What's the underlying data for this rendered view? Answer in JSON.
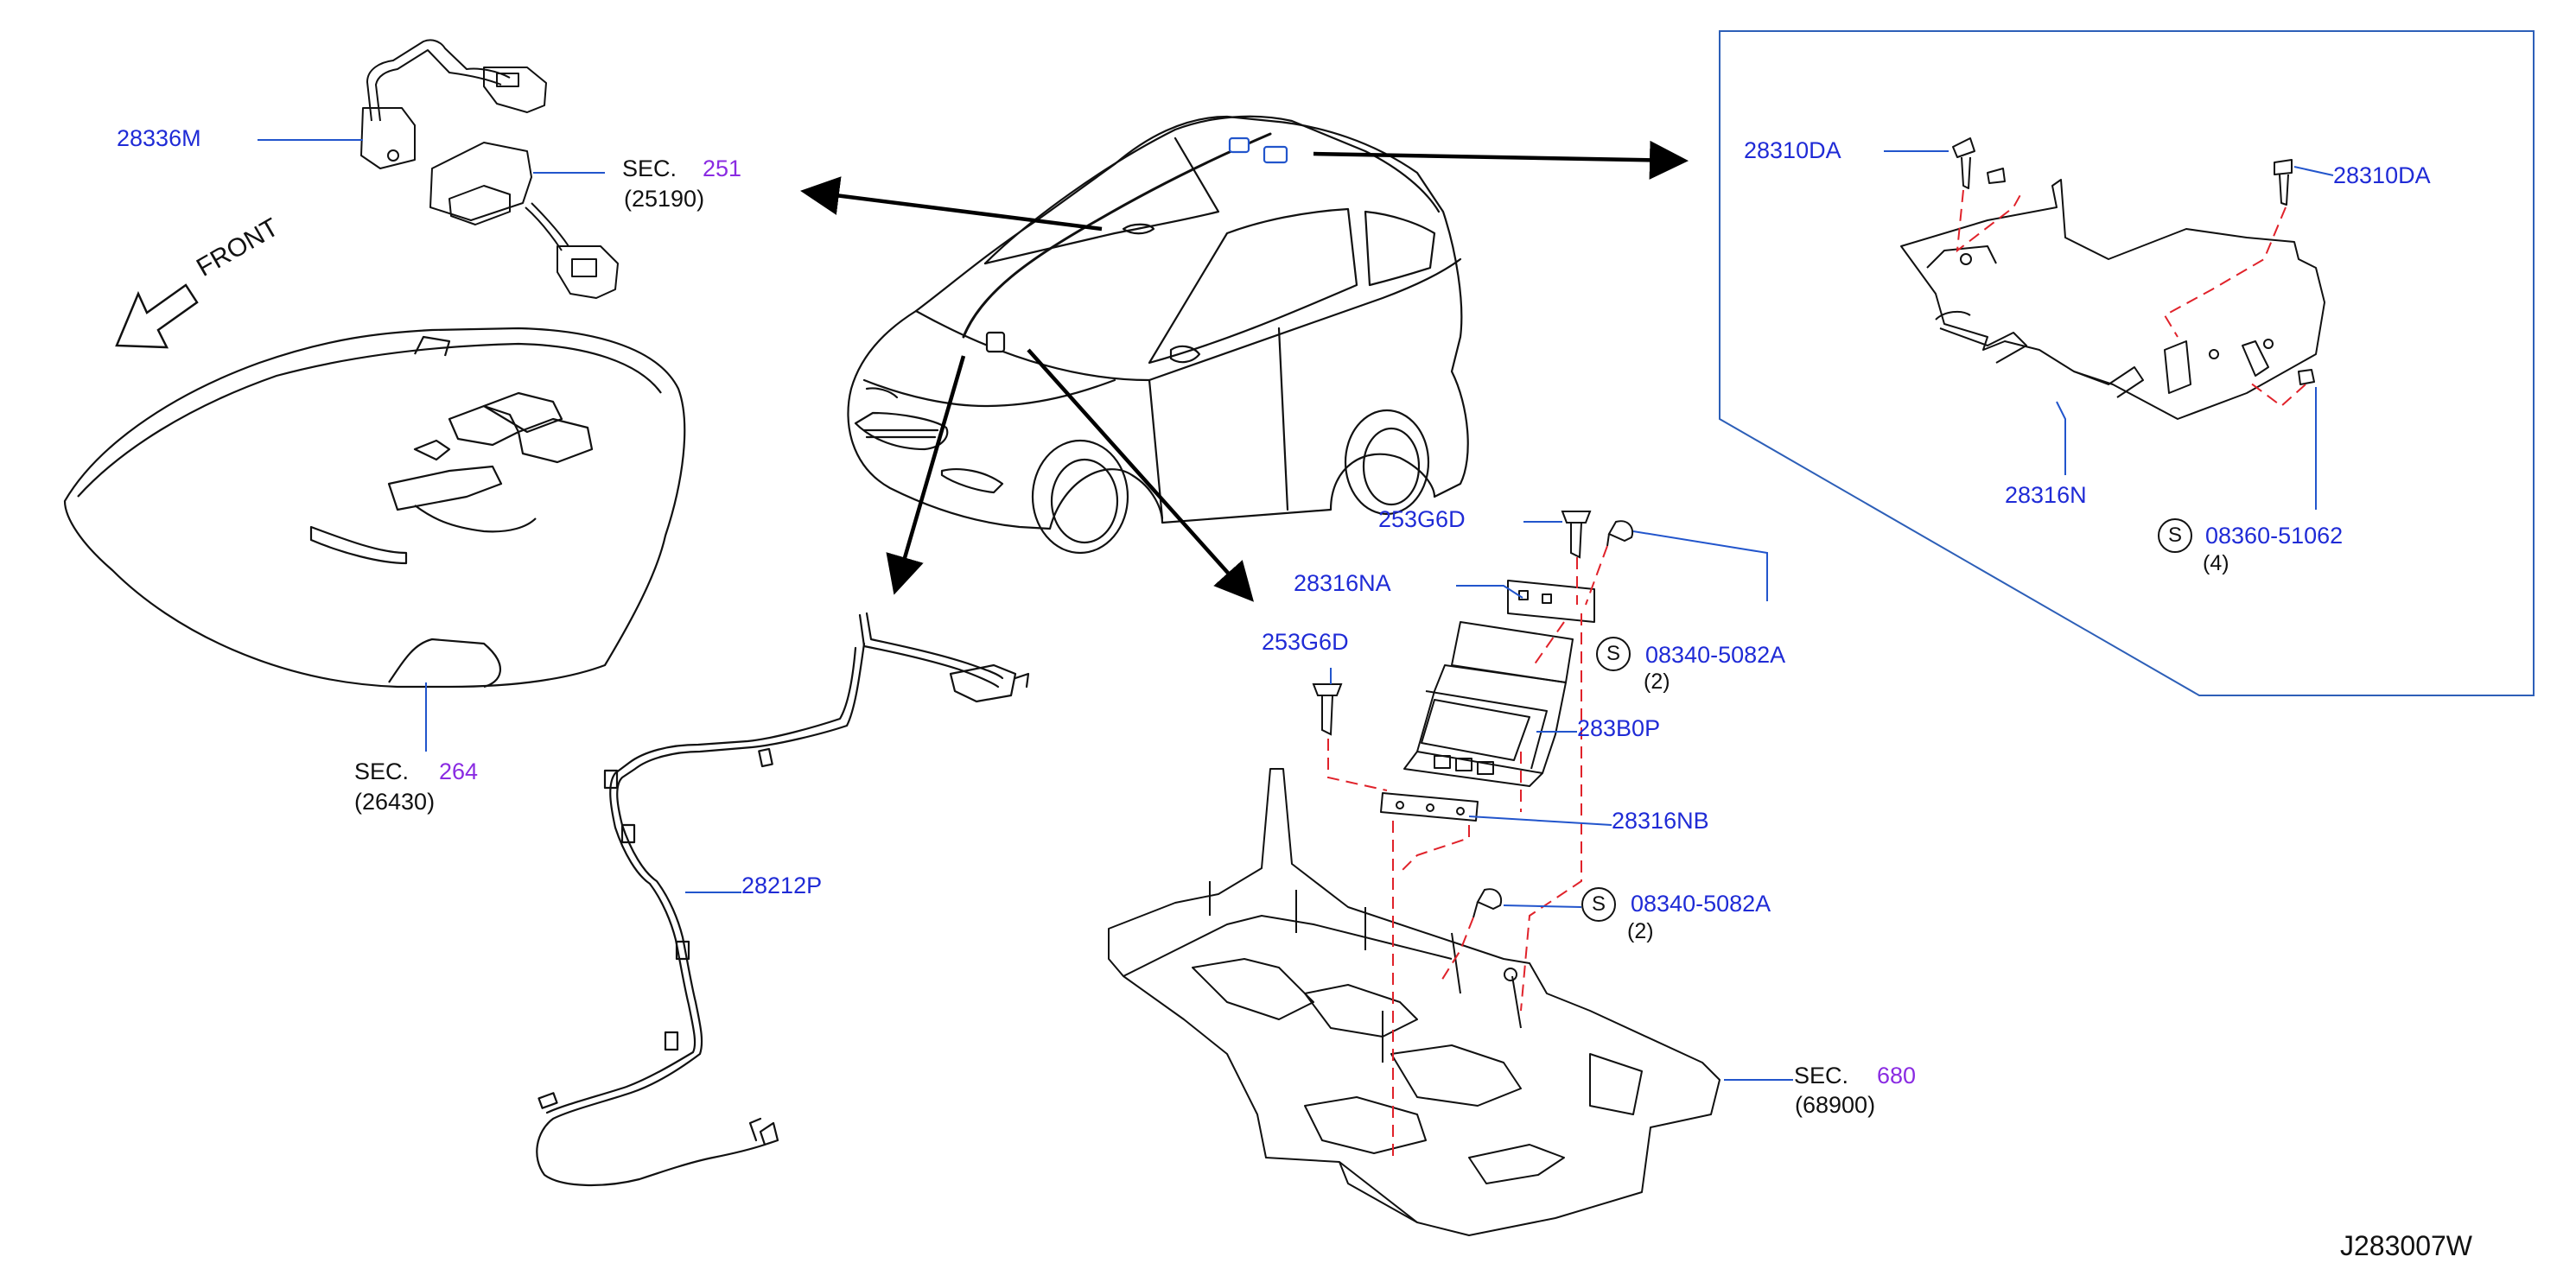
{
  "diagram_id": "J283007W",
  "front_label": "FRONT",
  "colors": {
    "part_number": "#1f2bd6",
    "section_number": "#8a2be2",
    "outline": "#111111",
    "leader": "#2255cc",
    "hidden_line": "#e0222a",
    "inset_border": "#2d5fb8"
  },
  "callouts": {
    "p28336M": "28336M",
    "sec251": {
      "prefix": "SEC.",
      "number": "251",
      "ref": "(25190)"
    },
    "sec264": {
      "prefix": "SEC.",
      "number": "264",
      "ref": "(26430)"
    },
    "p28212P": "28212P",
    "p253G6D_top": "253G6D",
    "p28316NA": "28316NA",
    "p08340_top": {
      "symbol": "S",
      "number": "08340-5082A",
      "qty": "(2)"
    },
    "p253G6D_left": "253G6D",
    "p283B0P": "283B0P",
    "p28316NB": "28316NB",
    "p08340_mid": {
      "symbol": "S",
      "number": "08340-5082A",
      "qty": "(2)"
    },
    "sec680": {
      "prefix": "SEC.",
      "number": "680",
      "ref": "(68900)"
    }
  },
  "inset": {
    "p28310DA_left": "28310DA",
    "p28310DA_right": "28310DA",
    "p28316N": "28316N",
    "p08360": {
      "symbol": "S",
      "number": "08360-51062",
      "qty": "(4)"
    }
  }
}
